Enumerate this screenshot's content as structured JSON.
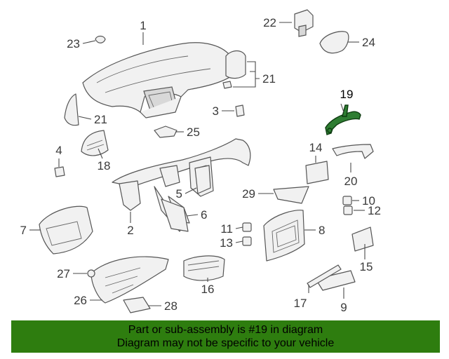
{
  "callouts": [
    {
      "id": "c1",
      "text": "1"
    },
    {
      "id": "c2",
      "text": "2"
    },
    {
      "id": "c3",
      "text": "3"
    },
    {
      "id": "c4",
      "text": "4"
    },
    {
      "id": "c5",
      "text": "5"
    },
    {
      "id": "c6",
      "text": "6"
    },
    {
      "id": "c7",
      "text": "7"
    },
    {
      "id": "c8",
      "text": "8"
    },
    {
      "id": "c9",
      "text": "9"
    },
    {
      "id": "c10",
      "text": "10"
    },
    {
      "id": "c11",
      "text": "11"
    },
    {
      "id": "c12",
      "text": "12"
    },
    {
      "id": "c13",
      "text": "13"
    },
    {
      "id": "c14",
      "text": "14"
    },
    {
      "id": "c15",
      "text": "15"
    },
    {
      "id": "c16",
      "text": "16"
    },
    {
      "id": "c17",
      "text": "17"
    },
    {
      "id": "c18",
      "text": "18"
    },
    {
      "id": "c19",
      "text": "19",
      "highlighted": true
    },
    {
      "id": "c20",
      "text": "20"
    },
    {
      "id": "c21a",
      "text": "21"
    },
    {
      "id": "c21b",
      "text": "21"
    },
    {
      "id": "c22",
      "text": "22"
    },
    {
      "id": "c23",
      "text": "23"
    },
    {
      "id": "c24",
      "text": "24"
    },
    {
      "id": "c25",
      "text": "25"
    },
    {
      "id": "c26",
      "text": "26"
    },
    {
      "id": "c27",
      "text": "27"
    },
    {
      "id": "c28",
      "text": "28"
    },
    {
      "id": "c29",
      "text": "29"
    }
  ],
  "highlight_color": "#2e7d32",
  "banner": {
    "line1": "Part or sub-assembly is #19 in diagram",
    "line2": "Diagram may not be specific to your vehicle",
    "background": "#2e7d0f"
  }
}
